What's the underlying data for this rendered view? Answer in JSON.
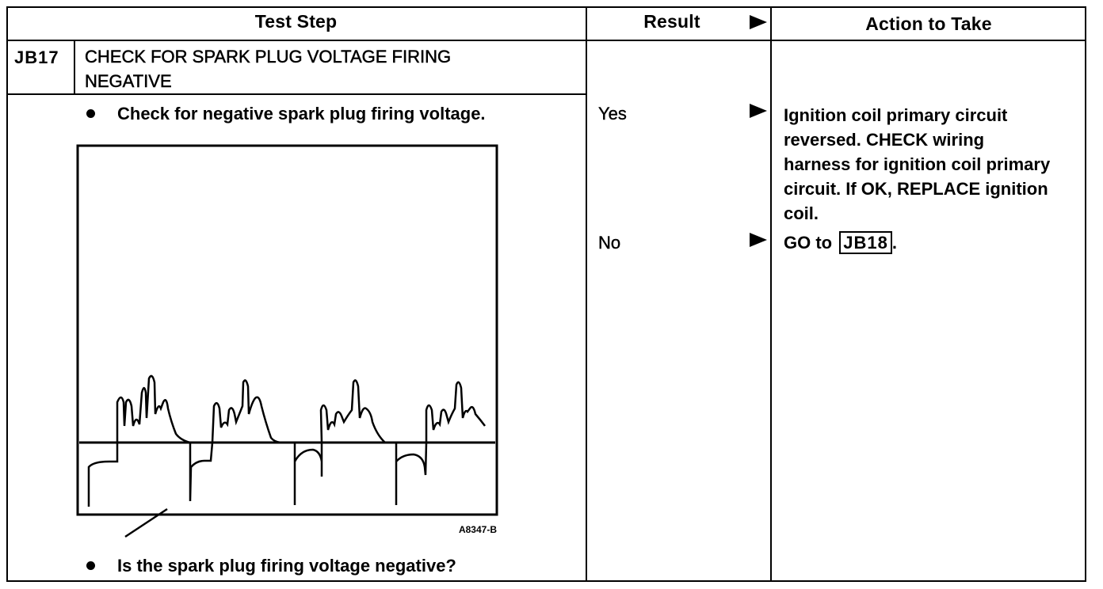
{
  "header": {
    "test_step": "Test Step",
    "result": "Result",
    "action": "Action to Take"
  },
  "step": {
    "id": "JB17",
    "title_line1": "CHECK FOR SPARK PLUG VOLTAGE FIRING",
    "title_line2": "NEGATIVE",
    "instruction": "Check for negative spark plug firing voltage.",
    "question": "Is the spark plug firing voltage negative?"
  },
  "figure": {
    "code": "A8347-B"
  },
  "results": [
    {
      "label": "Yes",
      "action_lines": [
        "Ignition coil primary circuit",
        "reversed. CHECK wiring",
        "harness for ignition coil primary",
        "circuit. If OK, REPLACE ignition",
        "coil."
      ]
    },
    {
      "label": "No",
      "action_prefix": "GO to",
      "action_ref": "JB18",
      "action_suffix": "."
    }
  ]
}
